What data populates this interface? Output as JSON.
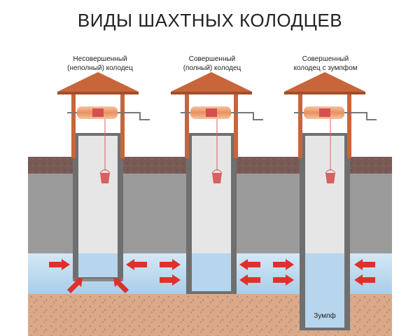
{
  "title": "ВИДЫ ШАХТНЫХ КОЛОДЦЕВ",
  "wells": [
    {
      "label_line1": "Несовершенный",
      "label_line2": "(неполный) колодец"
    },
    {
      "label_line1": "Совершенный",
      "label_line2": "(полный) колодец"
    },
    {
      "label_line1": "Совершенный",
      "label_line2": "колодец с зумпфом"
    }
  ],
  "sump_label": "Зумпф",
  "colors": {
    "roof": "#c8653a",
    "soil_top": "#7a5a55",
    "rock": "#9a9a9a",
    "water": "#bcd9ee",
    "clay": "#d9a98a",
    "arrow": "#e0302a",
    "shaft": "#e6e6e6",
    "bucket": "#d76060"
  }
}
